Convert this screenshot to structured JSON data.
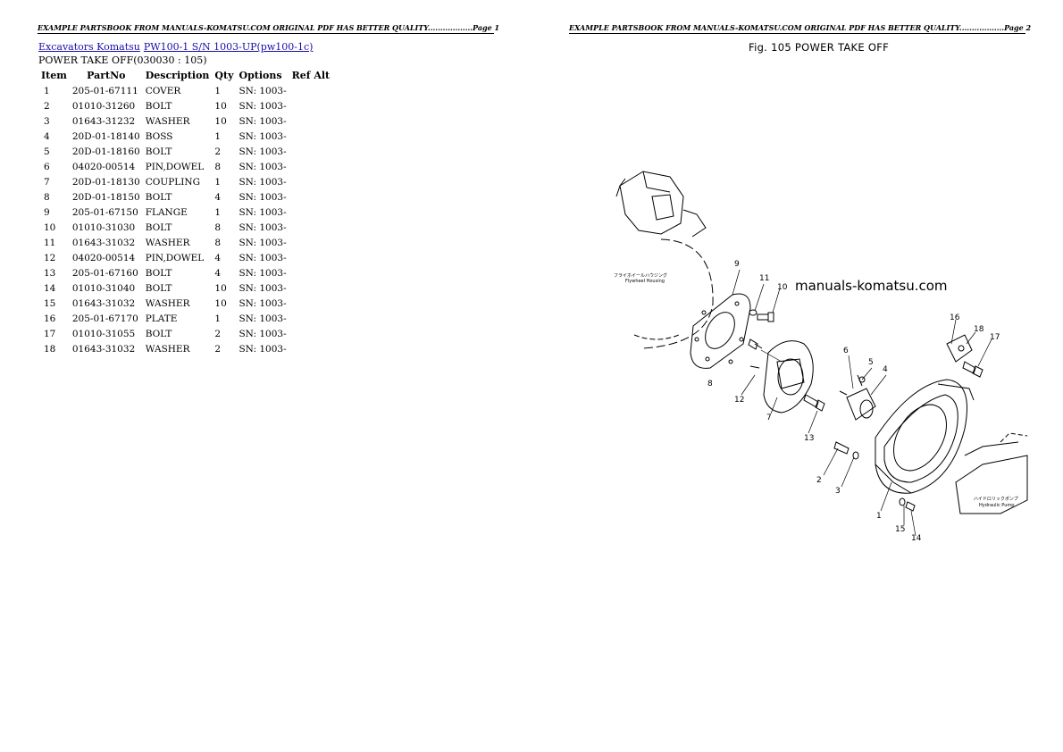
{
  "header": {
    "page1": "EXAMPLE PARTSBOOK FROM MANUALS-KOMATSU.COM ORIGINAL PDF HAS BETTER QUALITY..................Page 1",
    "page2": "EXAMPLE PARTSBOOK FROM MANUALS-KOMATSU.COM ORIGINAL PDF HAS BETTER QUALITY..................Page 2"
  },
  "breadcrumb": {
    "link1": "Excavators Komatsu",
    "link2": "PW100-1 S/N 1003-UP(pw100-1c)"
  },
  "section_title": "POWER TAKE OFF(030030 : 105)",
  "table": {
    "columns": [
      "Item",
      "PartNo",
      "Description",
      "Qty",
      "Options",
      "Ref Alt"
    ],
    "rows": [
      {
        "item": "1",
        "partno": "205-01-67111",
        "desc": "COVER",
        "qty": "1",
        "options": "SN: 1003-"
      },
      {
        "item": "2",
        "partno": "01010-31260",
        "desc": "BOLT",
        "qty": "10",
        "options": "SN: 1003-"
      },
      {
        "item": "3",
        "partno": "01643-31232",
        "desc": "WASHER",
        "qty": "10",
        "options": "SN: 1003-"
      },
      {
        "item": "4",
        "partno": "20D-01-18140",
        "desc": "BOSS",
        "qty": "1",
        "options": "SN: 1003-"
      },
      {
        "item": "5",
        "partno": "20D-01-18160",
        "desc": "BOLT",
        "qty": "2",
        "options": "SN: 1003-"
      },
      {
        "item": "6",
        "partno": "04020-00514",
        "desc": "PIN,DOWEL",
        "qty": "8",
        "options": "SN: 1003-"
      },
      {
        "item": "7",
        "partno": "20D-01-18130",
        "desc": "COUPLING",
        "qty": "1",
        "options": "SN: 1003-"
      },
      {
        "item": "8",
        "partno": "20D-01-18150",
        "desc": "BOLT",
        "qty": "4",
        "options": "SN: 1003-"
      },
      {
        "item": "9",
        "partno": "205-01-67150",
        "desc": "FLANGE",
        "qty": "1",
        "options": "SN: 1003-"
      },
      {
        "item": "10",
        "partno": "01010-31030",
        "desc": "BOLT",
        "qty": "8",
        "options": "SN: 1003-"
      },
      {
        "item": "11",
        "partno": "01643-31032",
        "desc": "WASHER",
        "qty": "8",
        "options": "SN: 1003-"
      },
      {
        "item": "12",
        "partno": "04020-00514",
        "desc": "PIN,DOWEL",
        "qty": "4",
        "options": "SN: 1003-"
      },
      {
        "item": "13",
        "partno": "205-01-67160",
        "desc": "BOLT",
        "qty": "4",
        "options": "SN: 1003-"
      },
      {
        "item": "14",
        "partno": "01010-31040",
        "desc": "BOLT",
        "qty": "10",
        "options": "SN: 1003-"
      },
      {
        "item": "15",
        "partno": "01643-31032",
        "desc": "WASHER",
        "qty": "10",
        "options": "SN: 1003-"
      },
      {
        "item": "16",
        "partno": "205-01-67170",
        "desc": "PLATE",
        "qty": "1",
        "options": "SN: 1003-"
      },
      {
        "item": "17",
        "partno": "01010-31055",
        "desc": "BOLT",
        "qty": "2",
        "options": "SN: 1003-"
      },
      {
        "item": "18",
        "partno": "01643-31032",
        "desc": "WASHER",
        "qty": "2",
        "options": "SN: 1003-"
      }
    ]
  },
  "figure": {
    "title": "Fig. 105   POWER TAKE OFF",
    "watermark": "manuals-komatsu.com",
    "labels": {
      "flywheel_jp": "フライホイールハウジング",
      "flywheel": "Flywheel Housing",
      "pump_jp": "ハイドロリックポンプ",
      "pump": "Hydraulic Pump"
    },
    "callouts": [
      "1",
      "2",
      "3",
      "4",
      "5",
      "6",
      "7",
      "8",
      "9",
      "10",
      "11",
      "12",
      "13",
      "14",
      "15",
      "16",
      "17",
      "18"
    ]
  }
}
